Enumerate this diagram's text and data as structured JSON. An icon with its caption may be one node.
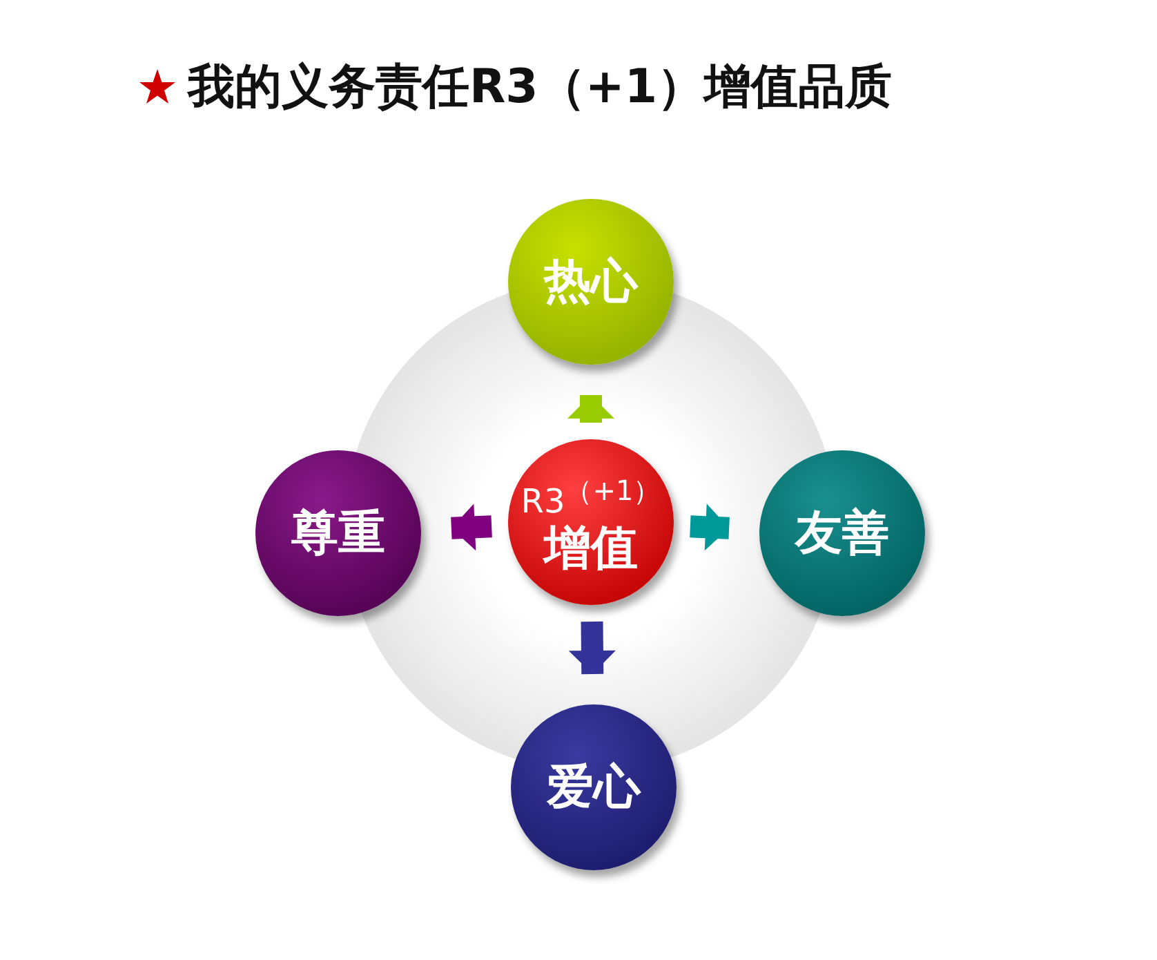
{
  "diagram": {
    "title": "我的义务责任R3（+1）增值品质",
    "nodes": [
      {
        "text": [
          "R3$^{（+1）}$",
          "增值"
        ]
      },
      {
        "text": [
          "热心"
        ]
      },
      {
        "text": [
          "友善"
        ]
      },
      {
        "text": [
          "爱心"
        ]
      },
      {
        "text": [
          "尊重"
        ]
      }
    ],
    "edges": [
      {
        "from": 0,
        "to": 1,
        "arrow": "to",
        "color": "#99cc00"
      },
      {
        "from": 0,
        "to": 2,
        "arrow": "to",
        "color": "#009999"
      },
      {
        "from": 0,
        "to": 3,
        "arrow": "to",
        "color": "#333399"
      },
      {
        "from": 0,
        "to": 4,
        "arrow": "to",
        "color": "#800080"
      }
    ]
  }
}
